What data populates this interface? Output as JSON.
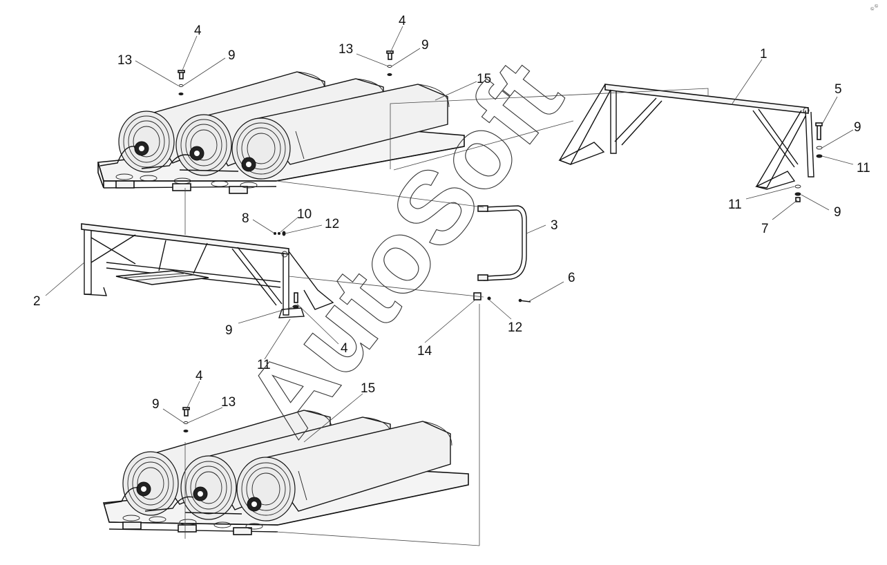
{
  "watermark": "AutoSoft",
  "corner_mark": "© ©",
  "callouts": [
    {
      "key": "c-4-top-left",
      "text": "4"
    },
    {
      "key": "c-13-top-left",
      "text": "13"
    },
    {
      "key": "c-9-top-left",
      "text": "9"
    },
    {
      "key": "c-4-top-mid",
      "text": "4"
    },
    {
      "key": "c-13-top-mid",
      "text": "13"
    },
    {
      "key": "c-9-top-mid",
      "text": "9"
    },
    {
      "key": "c-15-top",
      "text": "15"
    },
    {
      "key": "c-1",
      "text": "1"
    },
    {
      "key": "c-5",
      "text": "5"
    },
    {
      "key": "c-9-right",
      "text": "9"
    },
    {
      "key": "c-11-right",
      "text": "11"
    },
    {
      "key": "c-11-right-low",
      "text": "11"
    },
    {
      "key": "c-9-right-low",
      "text": "9"
    },
    {
      "key": "c-7",
      "text": "7"
    },
    {
      "key": "c-8",
      "text": "8"
    },
    {
      "key": "c-10",
      "text": "10"
    },
    {
      "key": "c-12-upper",
      "text": "12"
    },
    {
      "key": "c-3",
      "text": "3"
    },
    {
      "key": "c-2",
      "text": "2"
    },
    {
      "key": "c-6",
      "text": "6"
    },
    {
      "key": "c-12-lower",
      "text": "12"
    },
    {
      "key": "c-9-mid",
      "text": "9"
    },
    {
      "key": "c-14",
      "text": "14"
    },
    {
      "key": "c-4-mid",
      "text": "4"
    },
    {
      "key": "c-11-mid",
      "text": "11"
    },
    {
      "key": "c-4-bottom",
      "text": "4"
    },
    {
      "key": "c-9-bottom",
      "text": "9"
    },
    {
      "key": "c-13-bottom",
      "text": "13"
    },
    {
      "key": "c-15-bottom",
      "text": "15"
    }
  ]
}
